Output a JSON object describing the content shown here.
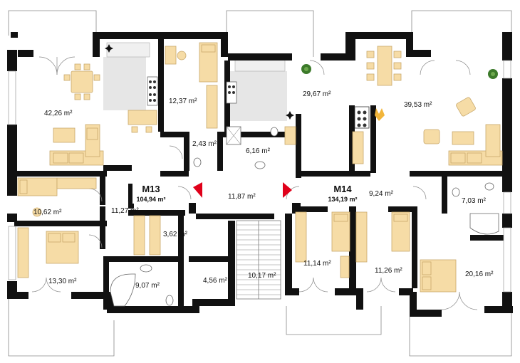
{
  "units": [
    {
      "code": "M13",
      "area": "104,94 m²"
    },
    {
      "code": "M14",
      "area": "134,19 m²"
    }
  ],
  "rooms": [
    {
      "id": "living-m13",
      "label": "42,26 m²"
    },
    {
      "id": "room-12-37",
      "label": "12,37 m²"
    },
    {
      "id": "room-2-43",
      "label": "2,43 m²"
    },
    {
      "id": "kitchen-m14",
      "label": "29,67 m²"
    },
    {
      "id": "bath-6-16",
      "label": "6,16 m²"
    },
    {
      "id": "living-m14",
      "label": "39,53 m²"
    },
    {
      "id": "hall-11-87",
      "label": "11,87 m²"
    },
    {
      "id": "room-10-62",
      "label": "10,62 m²"
    },
    {
      "id": "hall-11-27",
      "label": "11,27 m²"
    },
    {
      "id": "room-3-62",
      "label": "3,62 m²"
    },
    {
      "id": "room-13-30",
      "label": "13,30 m²"
    },
    {
      "id": "bath-9-07",
      "label": "9,07 m²"
    },
    {
      "id": "room-4-56",
      "label": "4,56 m²"
    },
    {
      "id": "stair-10-17",
      "label": "10,17 m²"
    },
    {
      "id": "room-11-14",
      "label": "11,14 m²"
    },
    {
      "id": "room-11-26",
      "label": "11,26 m²"
    },
    {
      "id": "hall-9-24",
      "label": "9,24 m²"
    },
    {
      "id": "bath-7-03",
      "label": "7,03 m²"
    },
    {
      "id": "bed-20-16",
      "label": "20,16 m²"
    }
  ],
  "colors": {
    "wall": "#111111",
    "furniture": "#f6dca6",
    "counter": "#e6e6e6",
    "entrance_arrow": "#e0001a",
    "plant": "#3c7a2a"
  },
  "icons": [
    "entrance-arrow-icon",
    "plant-icon",
    "bed-icon",
    "sofa-icon",
    "table-icon",
    "bathtub-icon",
    "toilet-icon",
    "sink-icon",
    "stove-icon"
  ]
}
